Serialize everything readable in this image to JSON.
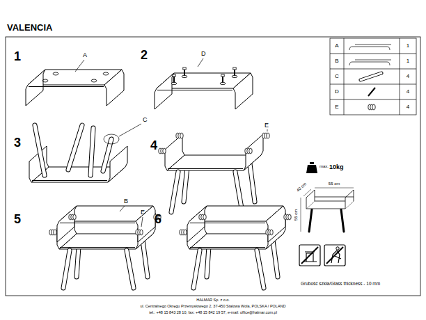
{
  "diagram": {
    "title": "VALENCIA",
    "labels": [
      "1",
      "A",
      "2",
      "D",
      "3",
      "C",
      "4",
      "E",
      "5",
      "B",
      "E",
      "6",
      "A",
      "1",
      "B",
      "1",
      "C",
      "4",
      "D",
      "4",
      "E",
      "4",
      "max.",
      "10kg",
      "55 cm",
      "40 cm",
      "55 cm",
      "Grubość szkła/Glass thickness - 10 mm",
      "HALMAR Sp. z o.o.",
      "ul. Centralnego Okręgu Przemysłowego 2, 37-450 Stalowa Wola, POLSKA / POLAND",
      "tel.: +48 15 843 28 10, fax: +48 15 842 19 57, e-mail: office@halmar.com.pl"
    ]
  }
}
